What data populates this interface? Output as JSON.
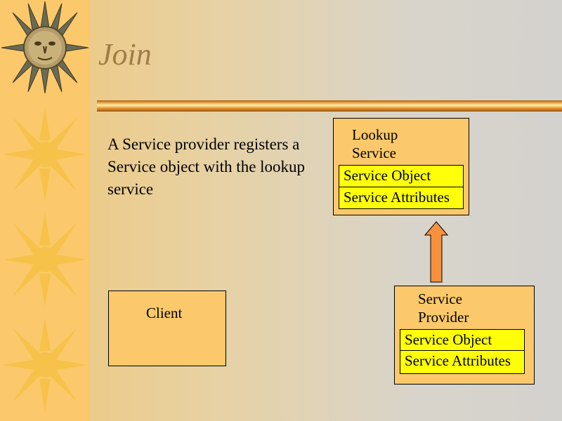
{
  "slide": {
    "title": "Join",
    "description": "A Service provider registers a Service object with the lookup service"
  },
  "diagram": {
    "lookup_service": {
      "label": "Lookup Service",
      "entries": [
        "Service Object",
        "Service Attributes"
      ]
    },
    "service_provider": {
      "label": "Service Provider",
      "entries": [
        "Service Object",
        "Service Attributes"
      ]
    },
    "client": {
      "label": "Client"
    },
    "arrow": {
      "from": "service_provider",
      "to": "lookup_service"
    }
  },
  "colors": {
    "box_fill": "#fbc96b",
    "entry_fill": "#ffff0a",
    "arrow_fill": "#f7913d",
    "title": "#a07c4a"
  },
  "icons": [
    "sun-face-icon",
    "starburst-icon"
  ]
}
